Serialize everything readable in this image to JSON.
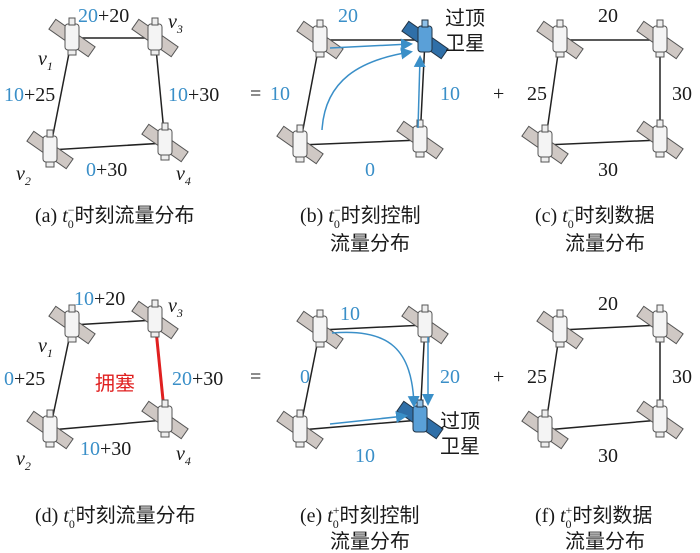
{
  "colors": {
    "control": "#3a8fc8",
    "congestion": "#e02020",
    "highlight_sat": "#2f6fa8"
  },
  "nodes": {
    "v1": "v",
    "v1s": "1",
    "v2": "v",
    "v2s": "2",
    "v3": "v",
    "v3s": "3",
    "v4": "v",
    "v4s": "4"
  },
  "operators": {
    "eq": "=",
    "plus": "+"
  },
  "overhead": {
    "line1": "过顶",
    "line2": "卫星"
  },
  "congestion_label": "拥塞",
  "panels": {
    "a": {
      "top_c": "20",
      "top_d": "+20",
      "left_c": "10",
      "left_d": "+25",
      "right_c": "10",
      "right_d": "+30",
      "bottom_c": "0",
      "bottom_d": "+30",
      "cap_pre": "(a) ",
      "t": "t",
      "sub": "0",
      "sup": "−",
      "cap": "时刻流量分布"
    },
    "b": {
      "top": "20",
      "left": "10",
      "right": "10",
      "bottom": "0",
      "cap_pre": "(b) ",
      "t": "t",
      "sub": "0",
      "sup": "−",
      "cap": "时刻控制",
      "cap2": "流量分布"
    },
    "c": {
      "top": "20",
      "left": "25",
      "right": "30",
      "bottom": "30",
      "cap_pre": "(c) ",
      "t": "t",
      "sub": "0",
      "sup": "−",
      "cap": "时刻数据",
      "cap2": "流量分布"
    },
    "d": {
      "top_c": "10",
      "top_d": "+20",
      "left_c": "0",
      "left_d": "+25",
      "right_c": "20",
      "right_d": "+30",
      "bottom_c": "10",
      "bottom_d": "+30",
      "cap_pre": "(d) ",
      "t": "t",
      "sub": "0",
      "sup": "+",
      "cap": "时刻流量分布"
    },
    "e": {
      "top": "10",
      "left": "0",
      "right": "20",
      "bottom": "10",
      "cap_pre": "(e) ",
      "t": "t",
      "sub": "0",
      "sup": "+",
      "cap": "时刻控制",
      "cap2": "流量分布"
    },
    "f": {
      "top": "20",
      "left": "25",
      "right": "30",
      "bottom": "30",
      "cap_pre": "(f) ",
      "t": "t",
      "sub": "0",
      "sup": "+",
      "cap": "时刻数据",
      "cap2": "流量分布"
    }
  }
}
